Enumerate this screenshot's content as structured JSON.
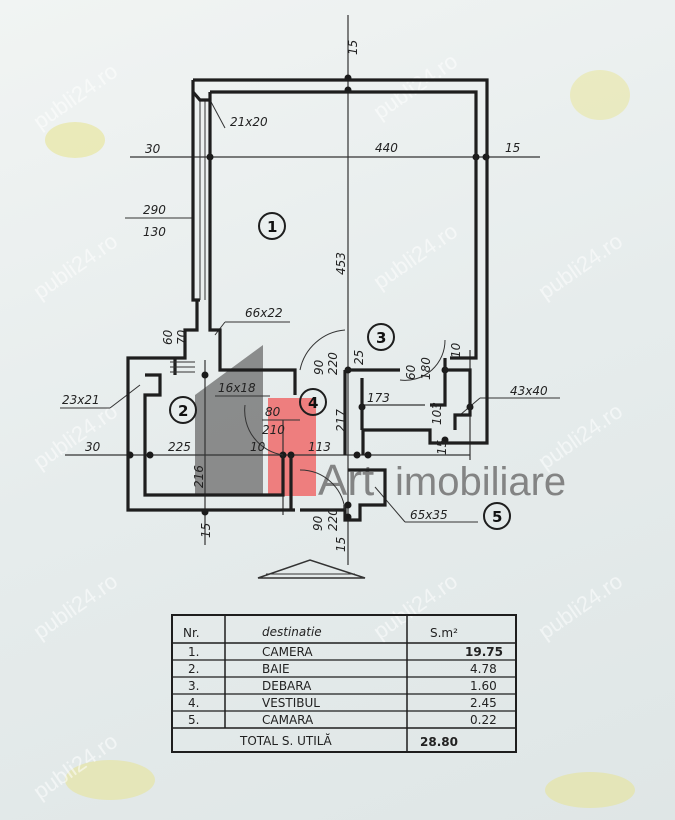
{
  "watermark": "publi24.ro",
  "logo": {
    "text_art": "Art",
    "text_rest": "imobiliare"
  },
  "colors": {
    "ink": "#1e1e1e",
    "logo_gray": "#6b6b6b",
    "logo_red": "#f05a5a",
    "paper": "#e9eeee",
    "stain": "#e8e48a"
  },
  "plan": {
    "room_numbers": [
      "1",
      "2",
      "3",
      "4",
      "5"
    ],
    "dims": {
      "top_wall": "15",
      "corner": "21x20",
      "left_ext": "30",
      "width": "440",
      "right_wall": "15",
      "window_w": "290",
      "window_h": "130",
      "height": "453",
      "niche": "66x22",
      "window2_w": "60",
      "window2_h": "70",
      "door3_w": "90",
      "door3_h": "220",
      "wall25": "25",
      "door_w": "60",
      "door_h": "180",
      "wall10": "10",
      "column_left": "23x21",
      "column_small": "16x18",
      "door4_w": "80",
      "door4_h": "210",
      "closet_w": "173",
      "vest_h": "217",
      "wall103": "103",
      "column_right": "43x40",
      "left30": "30",
      "bath_w": "225",
      "wall10b": "10",
      "vest_w": "113",
      "wall15": "15",
      "bath_h": "216",
      "door5_w": "90",
      "door5_h": "220",
      "pantry": "65x35",
      "bottom15a": "15",
      "bottom15b": "15"
    }
  },
  "table": {
    "headers": [
      "Nr.",
      "destinatie",
      "S.m²"
    ],
    "rows": [
      {
        "nr": "1.",
        "name": "CAMERA",
        "area": "19.75"
      },
      {
        "nr": "2.",
        "name": "BAIE",
        "area": "4.78"
      },
      {
        "nr": "3.",
        "name": "DEBARA",
        "area": "1.60"
      },
      {
        "nr": "4.",
        "name": "VESTIBUL",
        "area": "2.45"
      },
      {
        "nr": "5.",
        "name": "CAMARA",
        "area": "0.22"
      }
    ],
    "total_label": "TOTAL S. UTILĂ",
    "total_value": "28.80"
  }
}
